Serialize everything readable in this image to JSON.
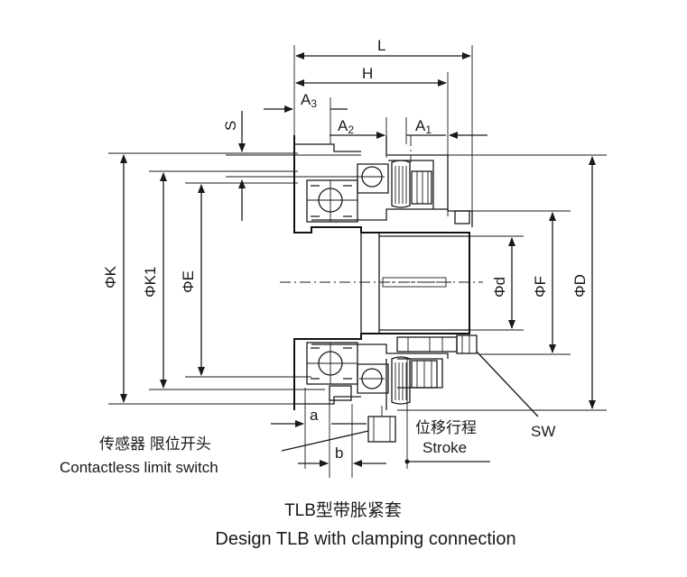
{
  "dimensions": {
    "L": "L",
    "H": "H",
    "A3": "A",
    "A3_sub": "3",
    "A2": "A",
    "A2_sub": "2",
    "A1": "A",
    "A1_sub": "1",
    "S": "S",
    "K": "ΦK",
    "K1": "ΦK1",
    "E": "ΦE",
    "d": "Φd",
    "F": "ΦF",
    "D": "ΦD",
    "a": "a",
    "b": "b",
    "SW": "SW"
  },
  "labels": {
    "sensor_cn": "传感器 限位开头",
    "sensor_en": "Contactless limit switch",
    "stroke_cn": "位移行程",
    "stroke_en": "Stroke"
  },
  "caption": {
    "title_cn": "TLB型带胀紧套",
    "title_en": "Design TLB with clamping connection"
  }
}
